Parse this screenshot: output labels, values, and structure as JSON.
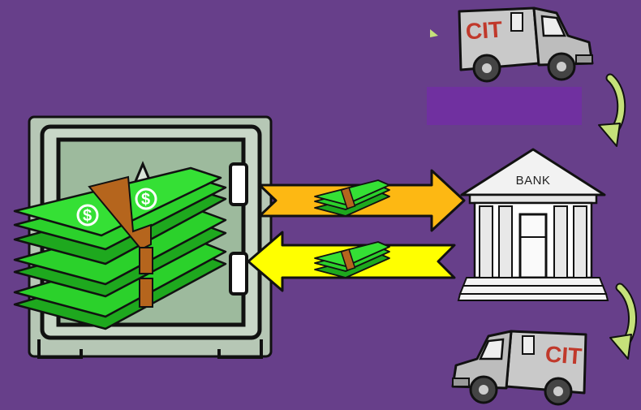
{
  "bank": {
    "sign": "BANK"
  },
  "truck_top": {
    "label": "CIT"
  },
  "truck_bottom": {
    "label": "CIT"
  },
  "colors": {
    "background": "#673f8a",
    "label_box": "#7030a0",
    "arrow_to_bank": "#fdb813",
    "arrow_to_safe": "#ffff00",
    "flow_arrow": "#c5e17a",
    "cash": "#2bd12b",
    "cash_band": "#b5651d",
    "safe": "#b6c7b5",
    "truck_text": "#c0392b"
  },
  "icons": [
    "safe-icon",
    "cash-stack-icon",
    "bank-icon",
    "armored-truck-icon",
    "curved-arrow-icon"
  ]
}
